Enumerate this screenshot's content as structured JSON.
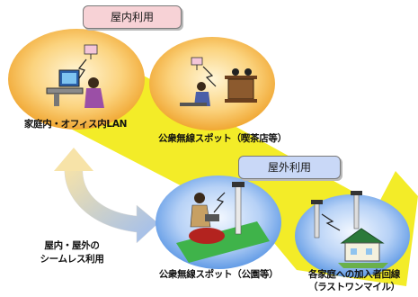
{
  "tags": {
    "indoor": "屋内利用",
    "outdoor": "屋外利用"
  },
  "captions": {
    "lan": "家庭内・オフィス内LAN",
    "cafe": "公衆無線スポット（喫茶店等）",
    "seamless_line1": "屋内・屋外の",
    "seamless_line2": "シームレス利用",
    "park": "公衆無線スポット（公園等）",
    "home_line1": "各家庭への加入者回線",
    "home_line2": "（ラストワンマイル）"
  },
  "colors": {
    "band": "#f3ec28",
    "indoor_ellipse": "#f6b33a",
    "outdoor_ellipse": "#5c98e6",
    "arrow": "#a9c4f2",
    "tag_indoor": "#f7d2d6",
    "tag_outdoor": "#c9d8f7"
  },
  "icons": [
    "office-worker-icon",
    "cafe-scene-icon",
    "park-user-icon",
    "house-icon",
    "access-point-icon",
    "lightning-icon"
  ]
}
